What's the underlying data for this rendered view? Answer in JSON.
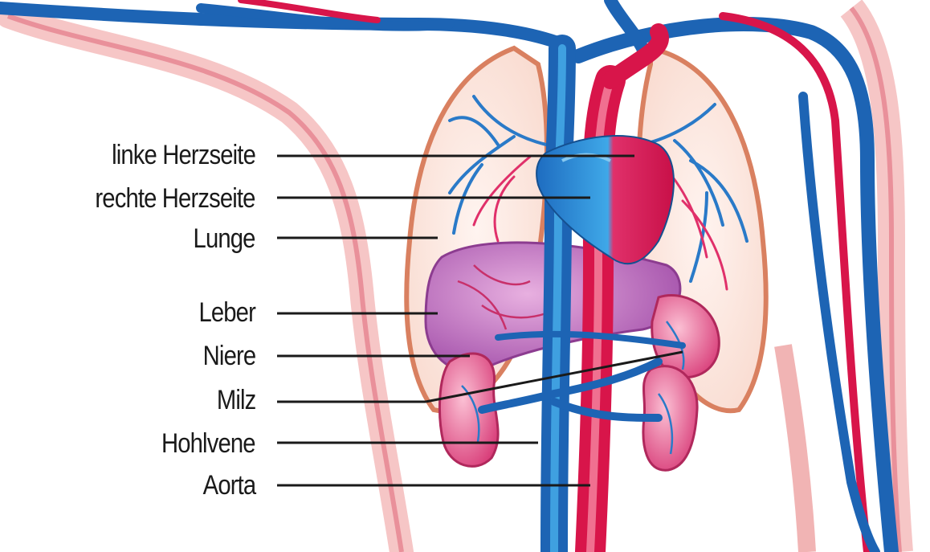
{
  "labels": [
    "linke Herzseite",
    "rechte Herzseite",
    "Lunge",
    "Leber",
    "Niere",
    "Milz",
    "Hohlvene",
    "Aorta"
  ],
  "colors": {
    "vein": "#1d64b4",
    "vein_light": "#3fa0e0",
    "artery": "#d8154a",
    "artery_light": "#f07090",
    "skin_edge": "#f4b8b8",
    "organ_liver": "#b45ab4",
    "organ_kidney": "#e85a8c",
    "leader_line": "#1a1a1a"
  },
  "icons": [
    "circulatory-system-illustration"
  ]
}
